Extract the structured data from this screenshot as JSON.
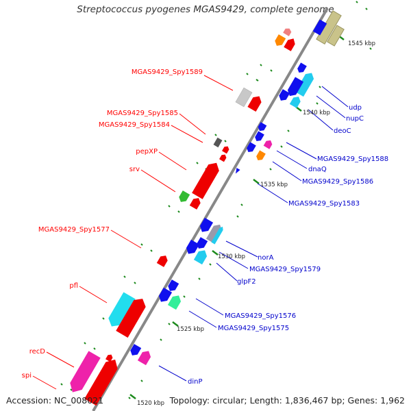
{
  "title": "Streptococcus pyogenes MGAS9429, complete genome",
  "footer": {
    "accession": "Accession: NC_008021",
    "summary": "Topology: circular; Length: 1,836,467 bp; Genes: 1,962"
  },
  "colors": {
    "backbone": "#888888",
    "label_left": "#ff0000",
    "label_right": "#0000cc",
    "tick": "#1c8a1c"
  },
  "scale_labels": [
    "1520 kbp",
    "1525 kbp",
    "1530 kbp",
    "1535 kbp",
    "1540 kbp",
    "1545 kbp"
  ],
  "left_labels": [
    "MGAS9429_Spy1589",
    "MGAS9429_Spy1585",
    "MGAS9429_Spy1584",
    "pepXP",
    "srv",
    "MGAS9429_Spy1577",
    "pfl",
    "recD",
    "spi"
  ],
  "right_labels": [
    "udp",
    "nupC",
    "deoC",
    "MGAS9429_Spy1588",
    "dnaQ",
    "MGAS9429_Spy1586",
    "MGAS9429_Spy1583",
    "norA",
    "MGAS9429_Spy1579",
    "glpF2",
    "MGAS9429_Spy1576",
    "MGAS9429_Spy1575",
    "dinP"
  ]
}
